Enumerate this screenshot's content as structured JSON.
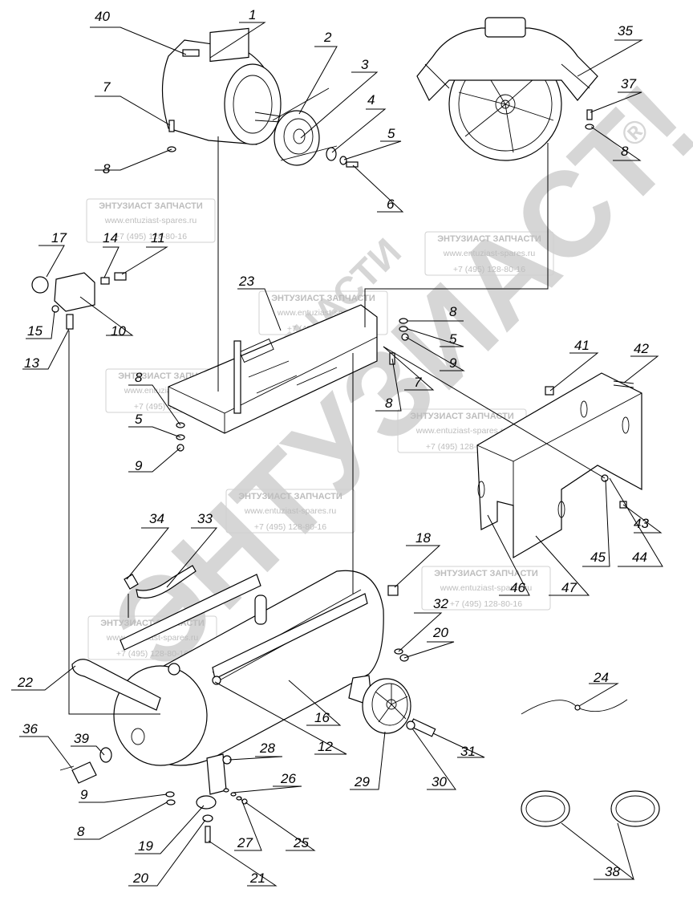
{
  "watermark": {
    "big_text": "ЭНТУЗИАСТ!",
    "small_text": "ЗАПЧАСТИ",
    "registered": "®",
    "stamp": {
      "title": "ЭНТУЗИАСТ ЗАПЧАСТИ",
      "url": "www.entuziast-spares.ru",
      "phone": "+7 (495) 128-80-16"
    }
  },
  "callouts": [
    "1",
    "2",
    "3",
    "4",
    "5",
    "6",
    "7",
    "8",
    "9",
    "10",
    "11",
    "12",
    "13",
    "14",
    "15",
    "16",
    "17",
    "18",
    "19",
    "20",
    "21",
    "22",
    "23",
    "24",
    "25",
    "26",
    "27",
    "28",
    "29",
    "30",
    "31",
    "32",
    "33",
    "34",
    "35",
    "36",
    "37",
    "38",
    "39",
    "40",
    "41",
    "42",
    "43",
    "44",
    "45",
    "46",
    "47"
  ],
  "extra_callouts": {
    "c5b": "5",
    "c5c": "5",
    "c7b": "7",
    "c8b": "8",
    "c8c": "8",
    "c8d": "8",
    "c8e": "8",
    "c9b": "9",
    "c9c": "9",
    "c20b": "20"
  }
}
